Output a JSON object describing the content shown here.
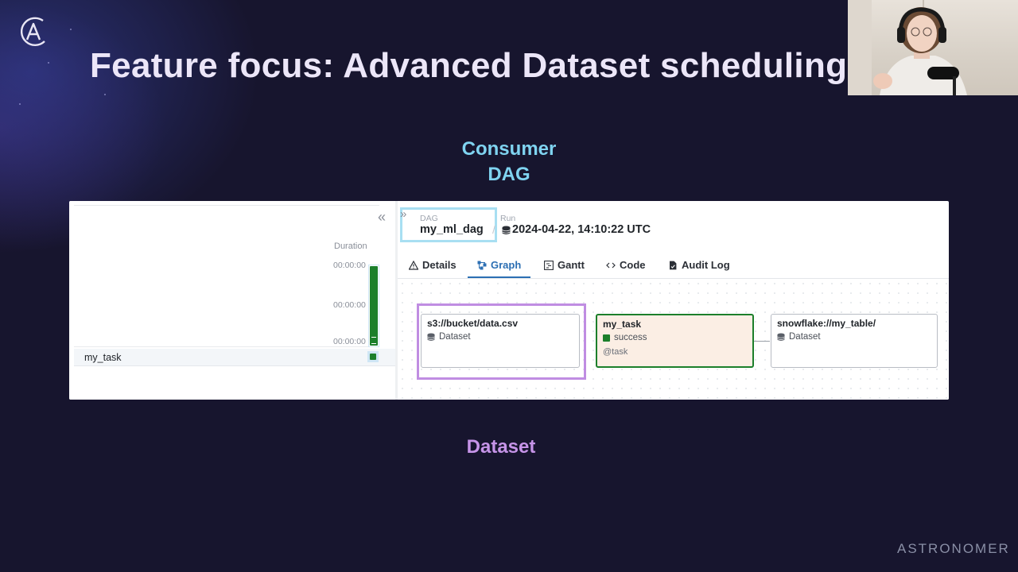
{
  "slide": {
    "title": "Feature focus: Advanced Dataset scheduling",
    "consumer_label_line1": "Consumer",
    "consumer_label_line2": "DAG",
    "dataset_label": "Dataset",
    "brand": "ASTRONOMER"
  },
  "left_pane": {
    "duration_header": "Duration",
    "ticks": [
      "00:00:00",
      "00:00:00",
      "00:00:00"
    ],
    "task_rows": [
      {
        "label": "my_task",
        "status": "success"
      }
    ],
    "duration_fill": 1.0
  },
  "breadcrumb": {
    "dag_caption": "DAG",
    "dag_name": "my_ml_dag",
    "separator": "/",
    "run_caption": "Run",
    "run_value": "2024-04-22, 14:10:22 UTC"
  },
  "tabs": [
    {
      "label": "Details",
      "icon": "warning-icon",
      "active": false
    },
    {
      "label": "Graph",
      "icon": "graph-icon",
      "active": true
    },
    {
      "label": "Gantt",
      "icon": "gantt-icon",
      "active": false
    },
    {
      "label": "Code",
      "icon": "code-icon",
      "active": false
    },
    {
      "label": "Audit Log",
      "icon": "audit-log-icon",
      "active": false
    }
  ],
  "graph": {
    "nodes": [
      {
        "title": "s3://bucket/data.csv",
        "subtitle": "Dataset",
        "kind": "dataset"
      },
      {
        "title": "my_task",
        "status": "success",
        "operator": "@task",
        "kind": "task"
      },
      {
        "title": "snowflake://my_table/",
        "subtitle": "Dataset",
        "kind": "dataset"
      }
    ]
  },
  "colors": {
    "background": "#17152e",
    "title": "#ece6f8",
    "consumer_accent": "#7fd3f0",
    "dataset_accent": "#c694e8",
    "success": "#1c7f2b",
    "active_tab": "#2c6fb3",
    "task_node_fill": "#fbeee4"
  }
}
